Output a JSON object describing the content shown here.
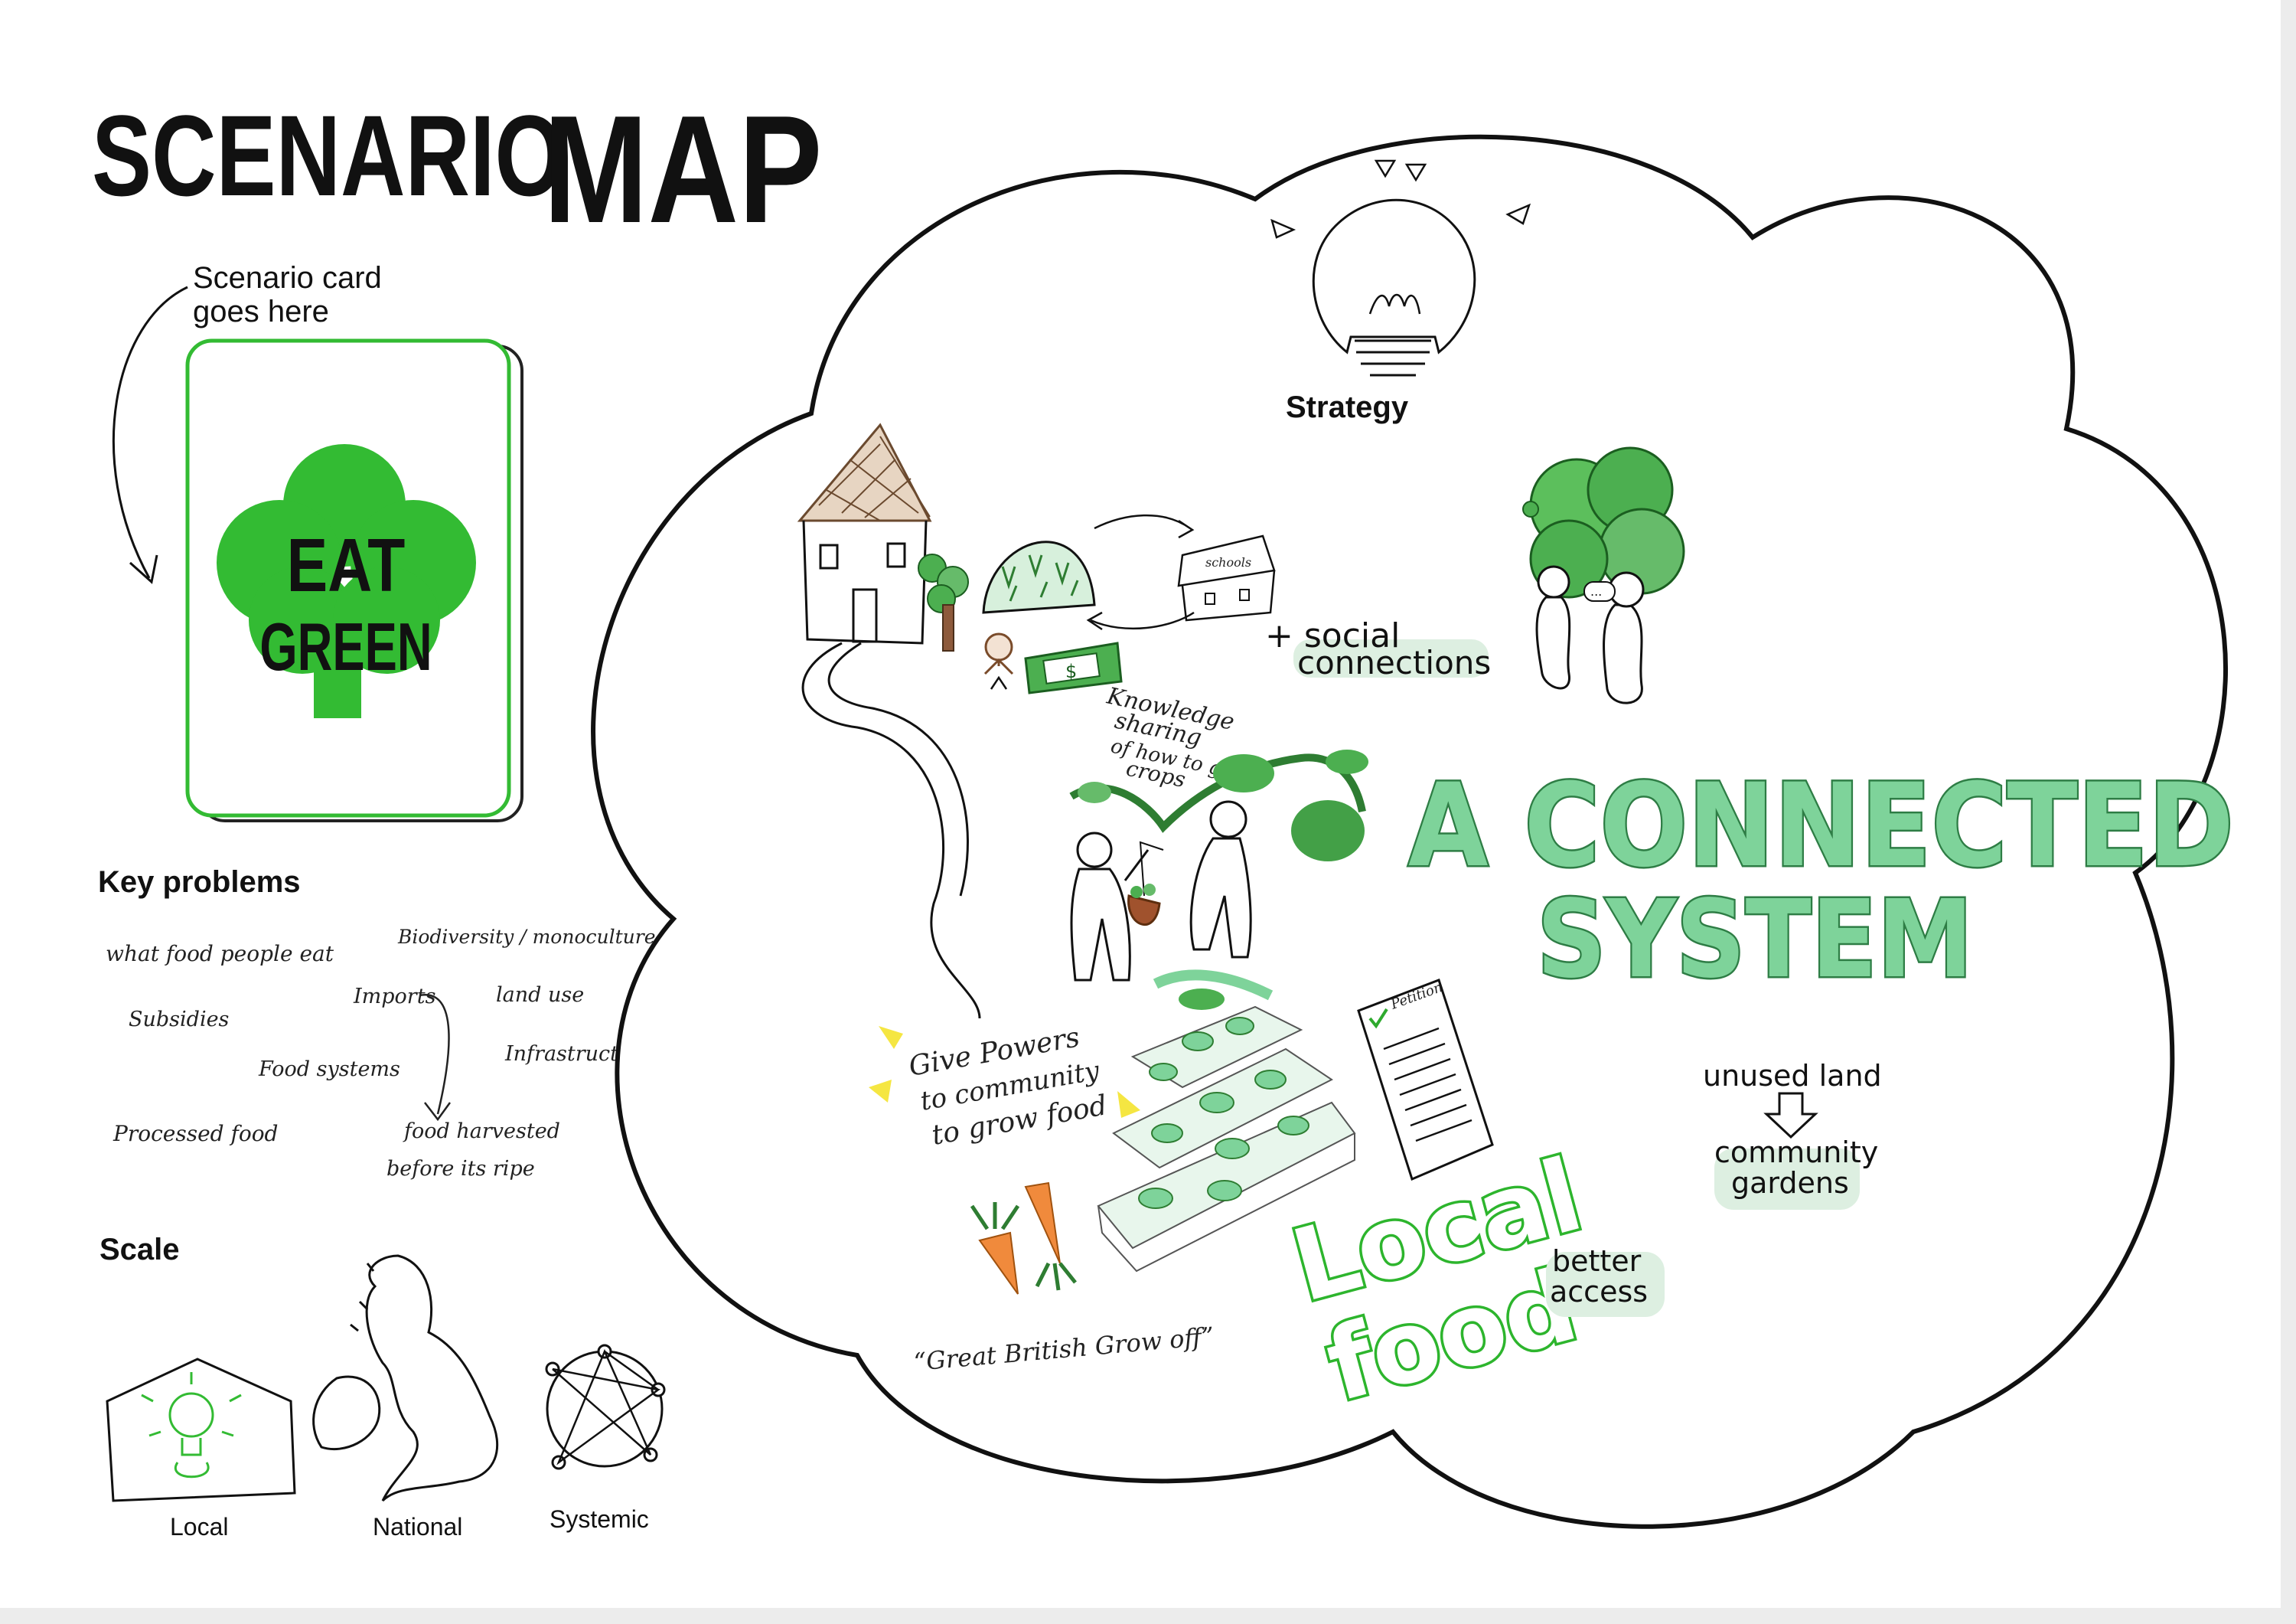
{
  "title": {
    "word1": "SCENARIO",
    "word2": "MAP"
  },
  "card": {
    "note_line1": "Scenario card",
    "note_line2": "goes here",
    "logo_line1": "EAT",
    "logo_line2": "GREEN"
  },
  "key_problems": {
    "heading": "Key problems",
    "notes": [
      "what food people eat",
      "Biodiversity / monoculture",
      "Subsidies",
      "Imports",
      "land use",
      "Food systems",
      "Infrastructure",
      "Processed food",
      "food harvested",
      "before its ripe"
    ]
  },
  "scale": {
    "heading": "Scale",
    "local": "Local",
    "national": "National",
    "systemic": "Systemic"
  },
  "cloud": {
    "strategy": "Strategy",
    "schools": "schools",
    "social_line1": "+ social",
    "social_line2": "connections",
    "knowledge_line1": "Knowledge",
    "knowledge_line2": "sharing",
    "knowledge_line3": "of how to grow",
    "knowledge_line4": "crops",
    "connected_line1": "A CONNECTED",
    "connected_line2": "SYSTEM",
    "powers_line1": "Give Powers",
    "powers_line2": "to community",
    "powers_line3": "to grow food",
    "petition": "Petition",
    "unused_land": "unused land",
    "community_line1": "community",
    "community_line2": "gardens",
    "local_line1": "Local",
    "local_line2": "food",
    "better_line1": "better",
    "better_line2": "access",
    "grow_off": "“Great British Grow off”"
  },
  "colors": {
    "brand_green": "#33bb33",
    "pale_green": "#7ed39a",
    "dark_green": "#2e7d45",
    "ink": "#111111"
  }
}
